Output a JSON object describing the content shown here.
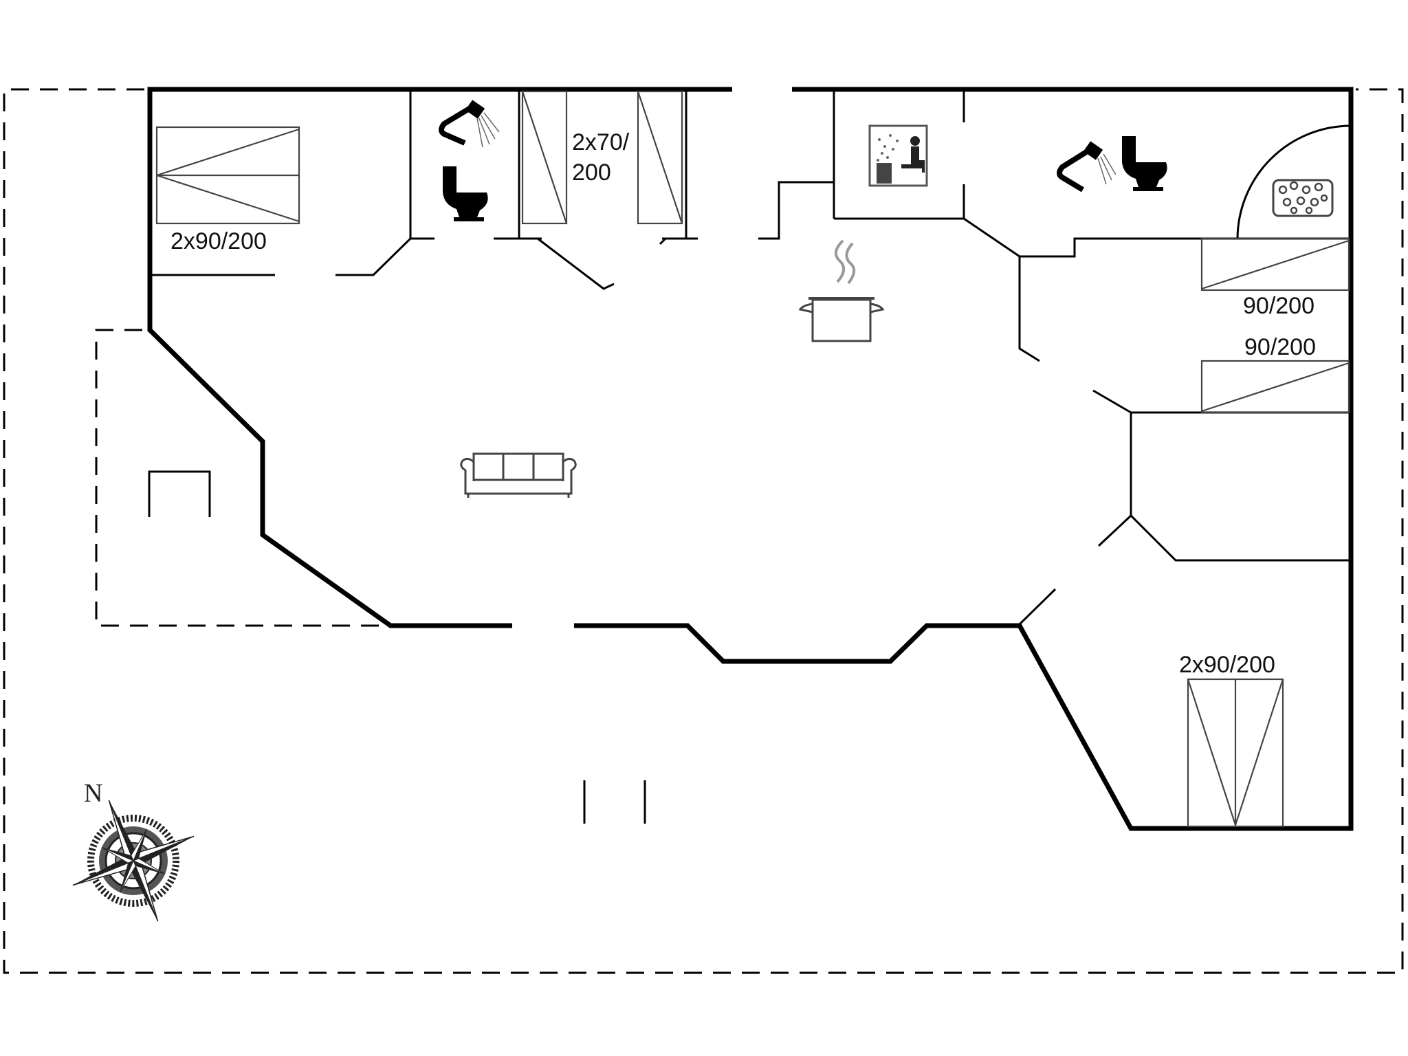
{
  "labels": {
    "bed_top_left": "2x90/200",
    "bed_top_middle_line1": "2x70/",
    "bed_top_middle_line2": "200",
    "bed_right_upper": "90/200",
    "bed_right_lower": "90/200",
    "bed_bottom_right": "2x90/200"
  },
  "compass": {
    "north_label": "N"
  },
  "icons": {
    "shower": "shower-icon",
    "toilet": "toilet-icon",
    "sauna": "sauna-icon",
    "whirlpool": "whirlpool-icon",
    "cooking_pot": "kitchen-pot-icon",
    "sofa": "sofa-icon",
    "compass": "compass-rose-icon"
  }
}
